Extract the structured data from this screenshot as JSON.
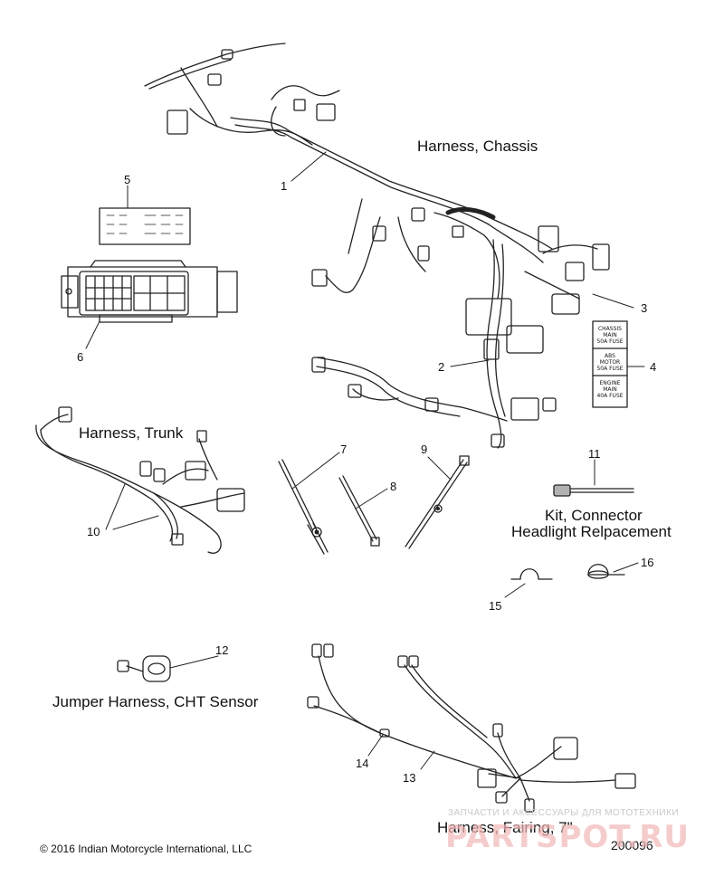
{
  "labels": {
    "harness_chassis": "Harness, Chassis",
    "harness_trunk": "Harness, Trunk",
    "kit_connector_1": "Kit, Connector",
    "kit_connector_2": "Headlight Relpacement",
    "jumper_harness": "Jumper Harness, CHT Sensor",
    "harness_fairing": "Harness, Fairing, 7\""
  },
  "callouts": {
    "n1": "1",
    "n2": "2",
    "n3": "3",
    "n4": "4",
    "n5": "5",
    "n6": "6",
    "n7": "7",
    "n8": "8",
    "n9": "9",
    "n10": "10",
    "n11": "11",
    "n12": "12",
    "n13": "13",
    "n14": "14",
    "n15": "15",
    "n16": "16"
  },
  "fuse_label": {
    "block1": "CHASSIS\nMAIN\n50A FUSE",
    "block2": "ABS\nMOTOR\n50A FUSE",
    "block3": "ENGINE\nMAIN\n40A FUSE"
  },
  "footer": {
    "copyright": "© 2016 Indian Motorcycle International, LLC",
    "figure_id": "200096"
  },
  "watermark": {
    "top": "ЗАПЧАСТИ И АКСЕССУАРЫ ДЛЯ МОТОТЕХНИКИ",
    "brand": "PARTSPOT.RU"
  }
}
